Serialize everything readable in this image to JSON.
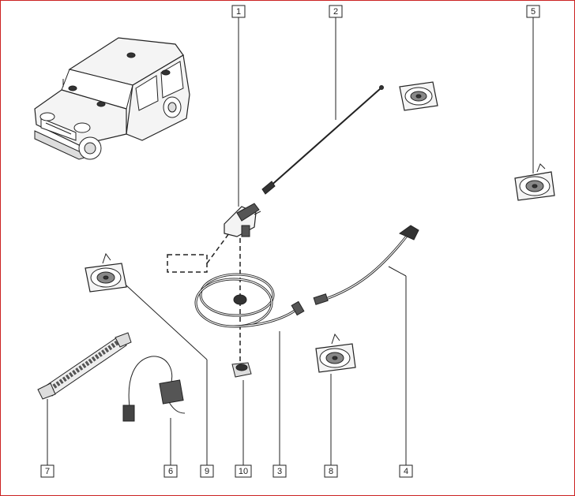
{
  "diagram": {
    "frame_color": "#cc2222",
    "callouts": [
      {
        "id": "c1",
        "label": "1"
      },
      {
        "id": "c2",
        "label": "2"
      },
      {
        "id": "c3",
        "label": "3"
      },
      {
        "id": "c4",
        "label": "4"
      },
      {
        "id": "c5",
        "label": "5"
      },
      {
        "id": "c6",
        "label": "6"
      },
      {
        "id": "c7",
        "label": "7"
      },
      {
        "id": "c8",
        "label": "8"
      },
      {
        "id": "c9",
        "label": "9"
      },
      {
        "id": "c10",
        "label": "10"
      }
    ]
  }
}
